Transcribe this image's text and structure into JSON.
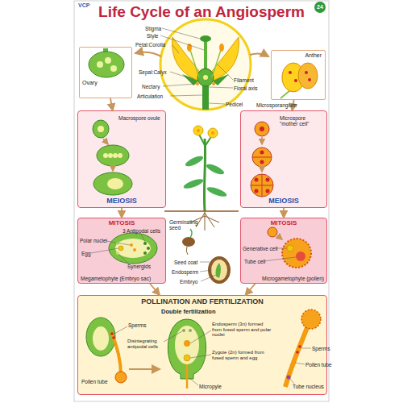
{
  "diagram": {
    "title": "Life Cycle of an Angiosperm",
    "nodes": [
      {
        "text": [
          "Ovary"
        ]
      },
      {
        "text": [
          "Anther"
        ]
      },
      {
        "text": [
          "Macrospore ovule",
          "MEIOSIS"
        ]
      },
      {
        "text": [
          "Microspore \"mother cell\"",
          "MEIOSIS"
        ]
      },
      {
        "text": [
          "MITOSIS",
          "Megametophyte (Embryo sac)"
        ]
      },
      {
        "text": [
          "MITOSIS",
          "Microgametophyte (pollen)"
        ]
      },
      {
        "text": [
          "POLLINATION AND FERTILIZATION"
        ]
      }
    ],
    "edges": [
      {
        "from": 0,
        "to": 2,
        "arrow": "to"
      },
      {
        "from": 1,
        "to": 3,
        "arrow": "to"
      },
      {
        "from": 2,
        "to": 4,
        "arrow": "to"
      },
      {
        "from": 3,
        "to": 5,
        "arrow": "to"
      },
      {
        "from": 4,
        "to": 6,
        "arrow": "to"
      },
      {
        "from": 5,
        "to": 6,
        "arrow": "to"
      }
    ],
    "labels": [
      "VCP",
      "24",
      "Stigma",
      "Style",
      "Petal:Corolla",
      "Sepal:Calyx",
      "Nectary",
      "Articulation",
      "Filament",
      "Floral axis",
      "Pedicel",
      "Microsporangium",
      "3 Antipodal cells",
      "Polar nuclei",
      "Egg",
      "Synergids",
      "Generative cell",
      "Tube cell",
      "Germinating seed",
      "Seed coat",
      "Endosperm",
      "Embryo",
      "Double fertilization",
      "Sperms",
      "Pollen tube",
      "Disintegrating antipodal cells",
      "Endosperm (3n) formed from fused sperm and polar nuclei",
      "Zygote (2n) formed from fused sperm and egg",
      "Micropyle",
      "Sperms",
      "Pollen tube",
      "Tube nucleus"
    ]
  }
}
